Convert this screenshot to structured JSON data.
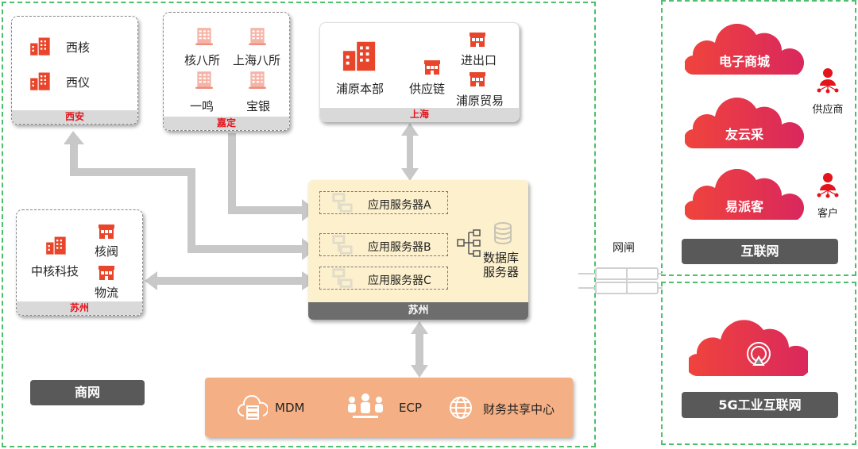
{
  "zones": {
    "business_net": "商网",
    "internet": "互联网",
    "industrial_5g": "5G工业互联网",
    "gateway": "网闸"
  },
  "sites": {
    "xian": {
      "label": "西安",
      "items": [
        "西核",
        "西仪"
      ]
    },
    "jiading": {
      "label": "嘉定",
      "items": [
        "核八所",
        "上海八所",
        "一鸣",
        "宝银"
      ]
    },
    "shanghai": {
      "label": "上海",
      "items": [
        "浦原本部",
        "供应链",
        "进出口",
        "浦原贸易"
      ]
    },
    "suzhou_site": {
      "label": "苏州",
      "items": [
        "中核科技",
        "核阀",
        "物流"
      ]
    }
  },
  "server_cluster": {
    "label": "苏州",
    "app_servers": [
      "应用服务器A",
      "应用服务器B",
      "应用服务器C"
    ],
    "database": "数据库\n服务器"
  },
  "bottom_services": [
    {
      "label": "MDM",
      "icon": "cloud-server-icon"
    },
    {
      "label": "ECP",
      "icon": "people-icon"
    },
    {
      "label": "财务共享中心",
      "icon": "globe-icon"
    }
  ],
  "clouds": [
    {
      "label": "电子商城"
    },
    {
      "label": "友云采"
    },
    {
      "label": "易派客"
    },
    {
      "label": "",
      "icon": "signal-icon"
    }
  ],
  "roles": [
    "供应商",
    "客户"
  ],
  "colors": {
    "zone_border": "#4cc06a",
    "site_footer_text": "#e3141b",
    "cloud": "#e8384a",
    "arrow": "#c8c8c8",
    "bottom_panel": "#f4b084",
    "server_panel": "#fdf0cd"
  }
}
